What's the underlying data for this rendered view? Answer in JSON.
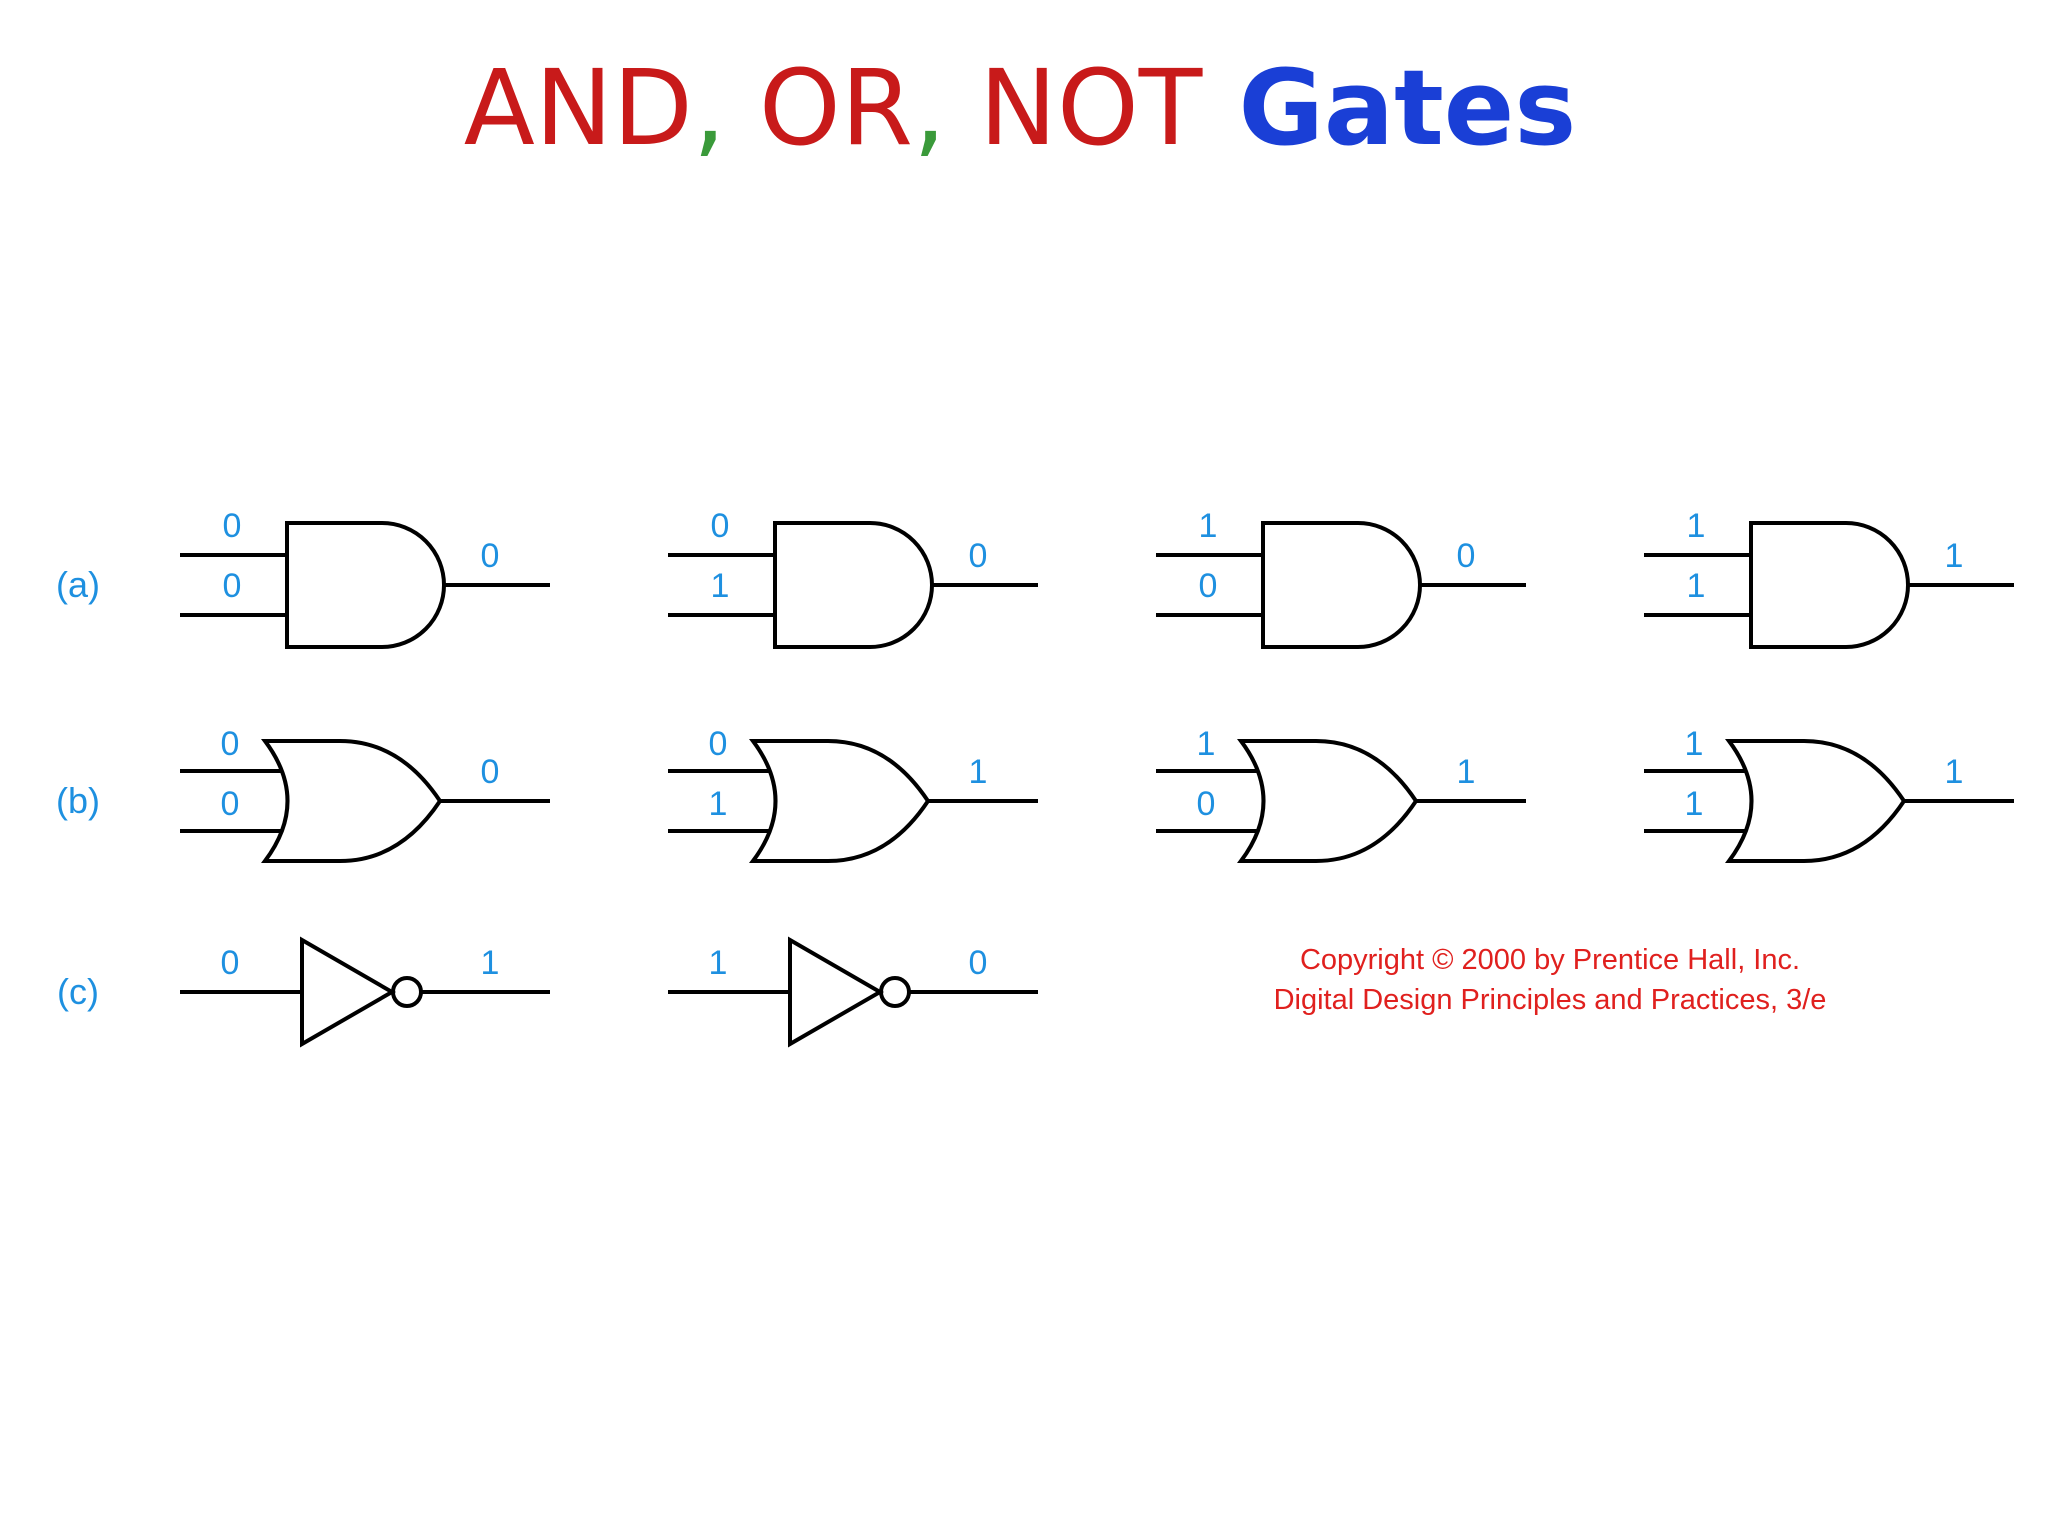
{
  "title": {
    "part_and": "AND",
    "comma1": ",",
    "part_or": " OR",
    "comma2": ",",
    "part_not": " NOT",
    "part_gates": " Gates",
    "colors": {
      "red": "#c81a1a",
      "green": "#3a9a3a",
      "blue": "#1a3fd6"
    }
  },
  "rows": [
    {
      "label": "(a)",
      "gate": "and",
      "cases": [
        {
          "in1": "0",
          "in2": "0",
          "out": "0"
        },
        {
          "in1": "0",
          "in2": "1",
          "out": "0"
        },
        {
          "in1": "1",
          "in2": "0",
          "out": "0"
        },
        {
          "in1": "1",
          "in2": "1",
          "out": "1"
        }
      ]
    },
    {
      "label": "(b)",
      "gate": "or",
      "cases": [
        {
          "in1": "0",
          "in2": "0",
          "out": "0"
        },
        {
          "in1": "0",
          "in2": "1",
          "out": "1"
        },
        {
          "in1": "1",
          "in2": "0",
          "out": "1"
        },
        {
          "in1": "1",
          "in2": "1",
          "out": "1"
        }
      ]
    },
    {
      "label": "(c)",
      "gate": "not",
      "cases": [
        {
          "in1": "0",
          "out": "1"
        },
        {
          "in1": "1",
          "out": "0"
        }
      ]
    }
  ],
  "copyright": {
    "line1": "Copyright © 2000 by Prentice Hall, Inc.",
    "line2": "Digital Design Principles and Practices, 3/e"
  },
  "colors": {
    "value_text": "#1e90e0",
    "copyright_text": "#e0201e"
  }
}
